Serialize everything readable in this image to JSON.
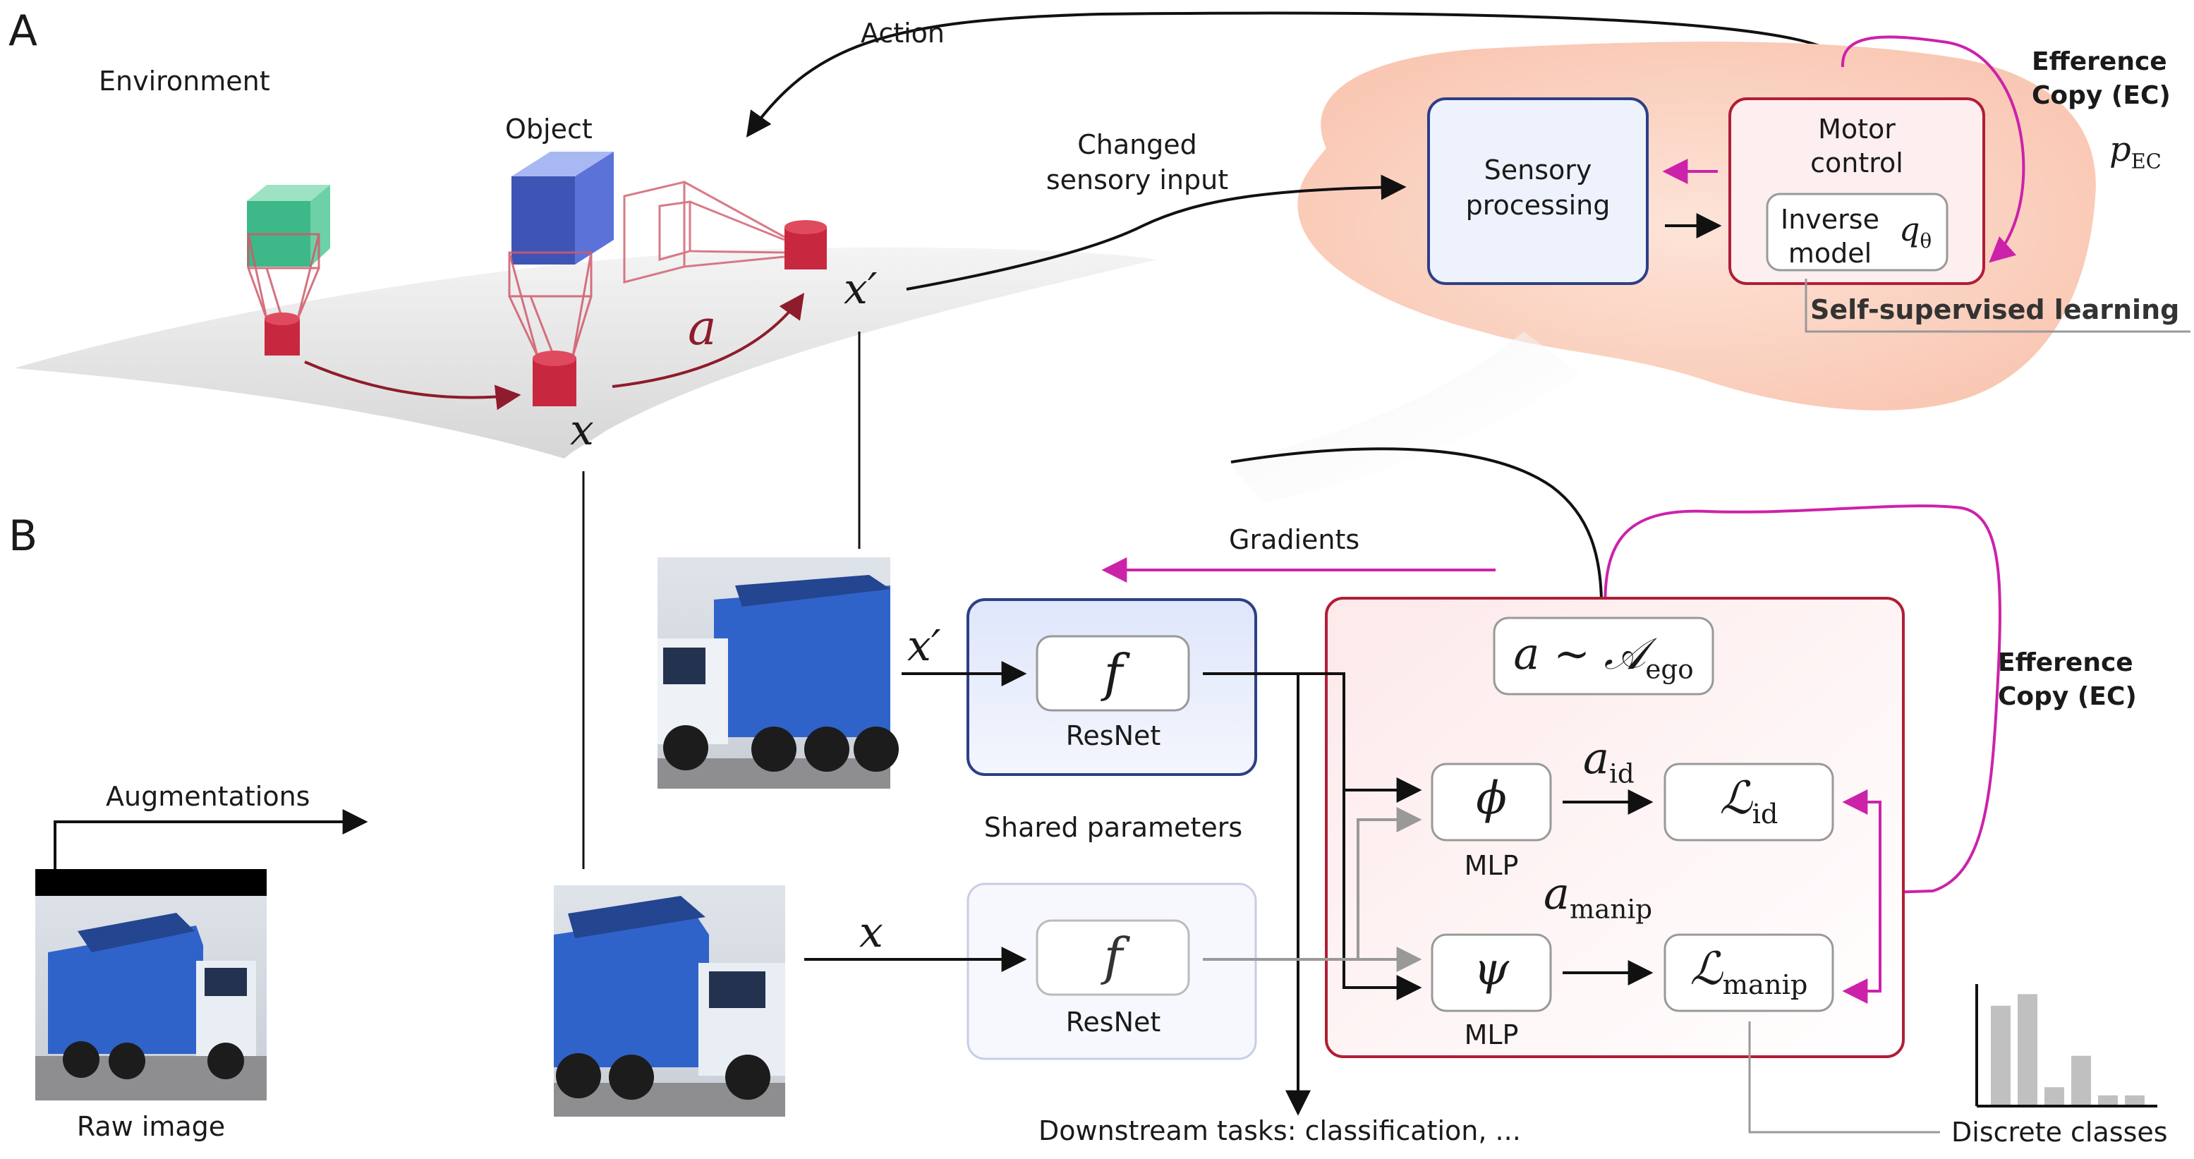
{
  "panels": {
    "a": "A",
    "b": "B"
  },
  "labels": {
    "environment": "Environment",
    "object": "Object",
    "action": "Action",
    "changed_sensory_input_line1": "Changed",
    "changed_sensory_input_line2": "sensory input",
    "sensory_processing_line1": "Sensory",
    "sensory_processing_line2": "processing",
    "motor_control_line1": "Motor",
    "motor_control_line2": "control",
    "inverse_model_line1": "Inverse",
    "inverse_model_line2": "model",
    "efference_copy_line1": "Efference",
    "efference_copy_line2": "Copy (EC)",
    "self_supervised_learning": "Self-supervised learning",
    "gradients": "Gradients",
    "augmentations": "Augmentations",
    "raw_image": "Raw image",
    "resnet": "ResNet",
    "shared_parameters": "Shared parameters",
    "mlp": "MLP",
    "downstream_tasks": "Downstream tasks: classification, ...",
    "discrete_classes": "Discrete classes"
  },
  "math": {
    "x": "x",
    "x_prime": "x′",
    "a": "a",
    "q": "q",
    "q_sub": "θ",
    "p": "p",
    "p_sub": "EC",
    "f": "f",
    "phi": "ϕ",
    "psi": "ψ",
    "a_sample": "a ∼ 𝒜",
    "a_sample_sub": "ego",
    "a_id": "a",
    "a_id_sub": "id",
    "a_manip": "a",
    "a_manip_sub": "manip",
    "loss": "ℒ",
    "loss_id_sub": "id",
    "loss_manip_sub": "manip"
  },
  "colors": {
    "arrow": "#111111",
    "magenta": "#cc22aa",
    "crimson": "#b01e35",
    "navy": "#2d3f85",
    "brain": "#fbd2c0"
  },
  "bar_chart": {
    "values": [
      0.85,
      0.95,
      0.15,
      0.42,
      0.08,
      0.08
    ]
  }
}
